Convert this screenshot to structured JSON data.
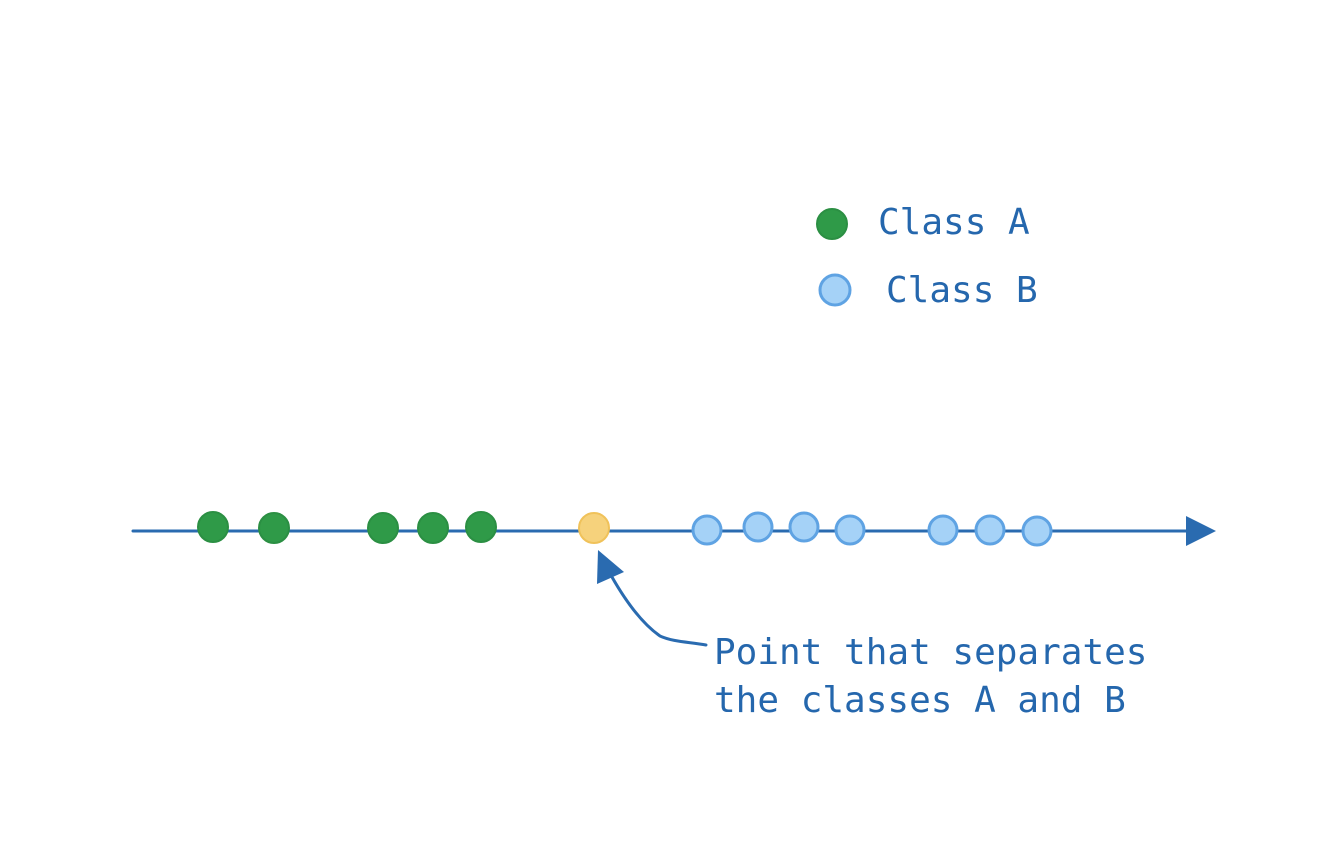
{
  "colors": {
    "axis": "#2a6bb0",
    "class_a_fill": "#2f9a48",
    "class_a_stroke": "#2b8f43",
    "class_b_fill": "#a5d2f7",
    "class_b_stroke": "#5fa3e3",
    "separator_fill": "#f6d27c",
    "separator_stroke": "#f0c25a",
    "text": "#2567ad"
  },
  "legend": {
    "class_a_label": "Class A",
    "class_b_label": "Class B"
  },
  "annotation": {
    "line1": "Point that separates",
    "line2": "the classes A and B"
  },
  "points": {
    "class_a_count": 5,
    "separator_count": 1,
    "class_b_count": 7
  }
}
